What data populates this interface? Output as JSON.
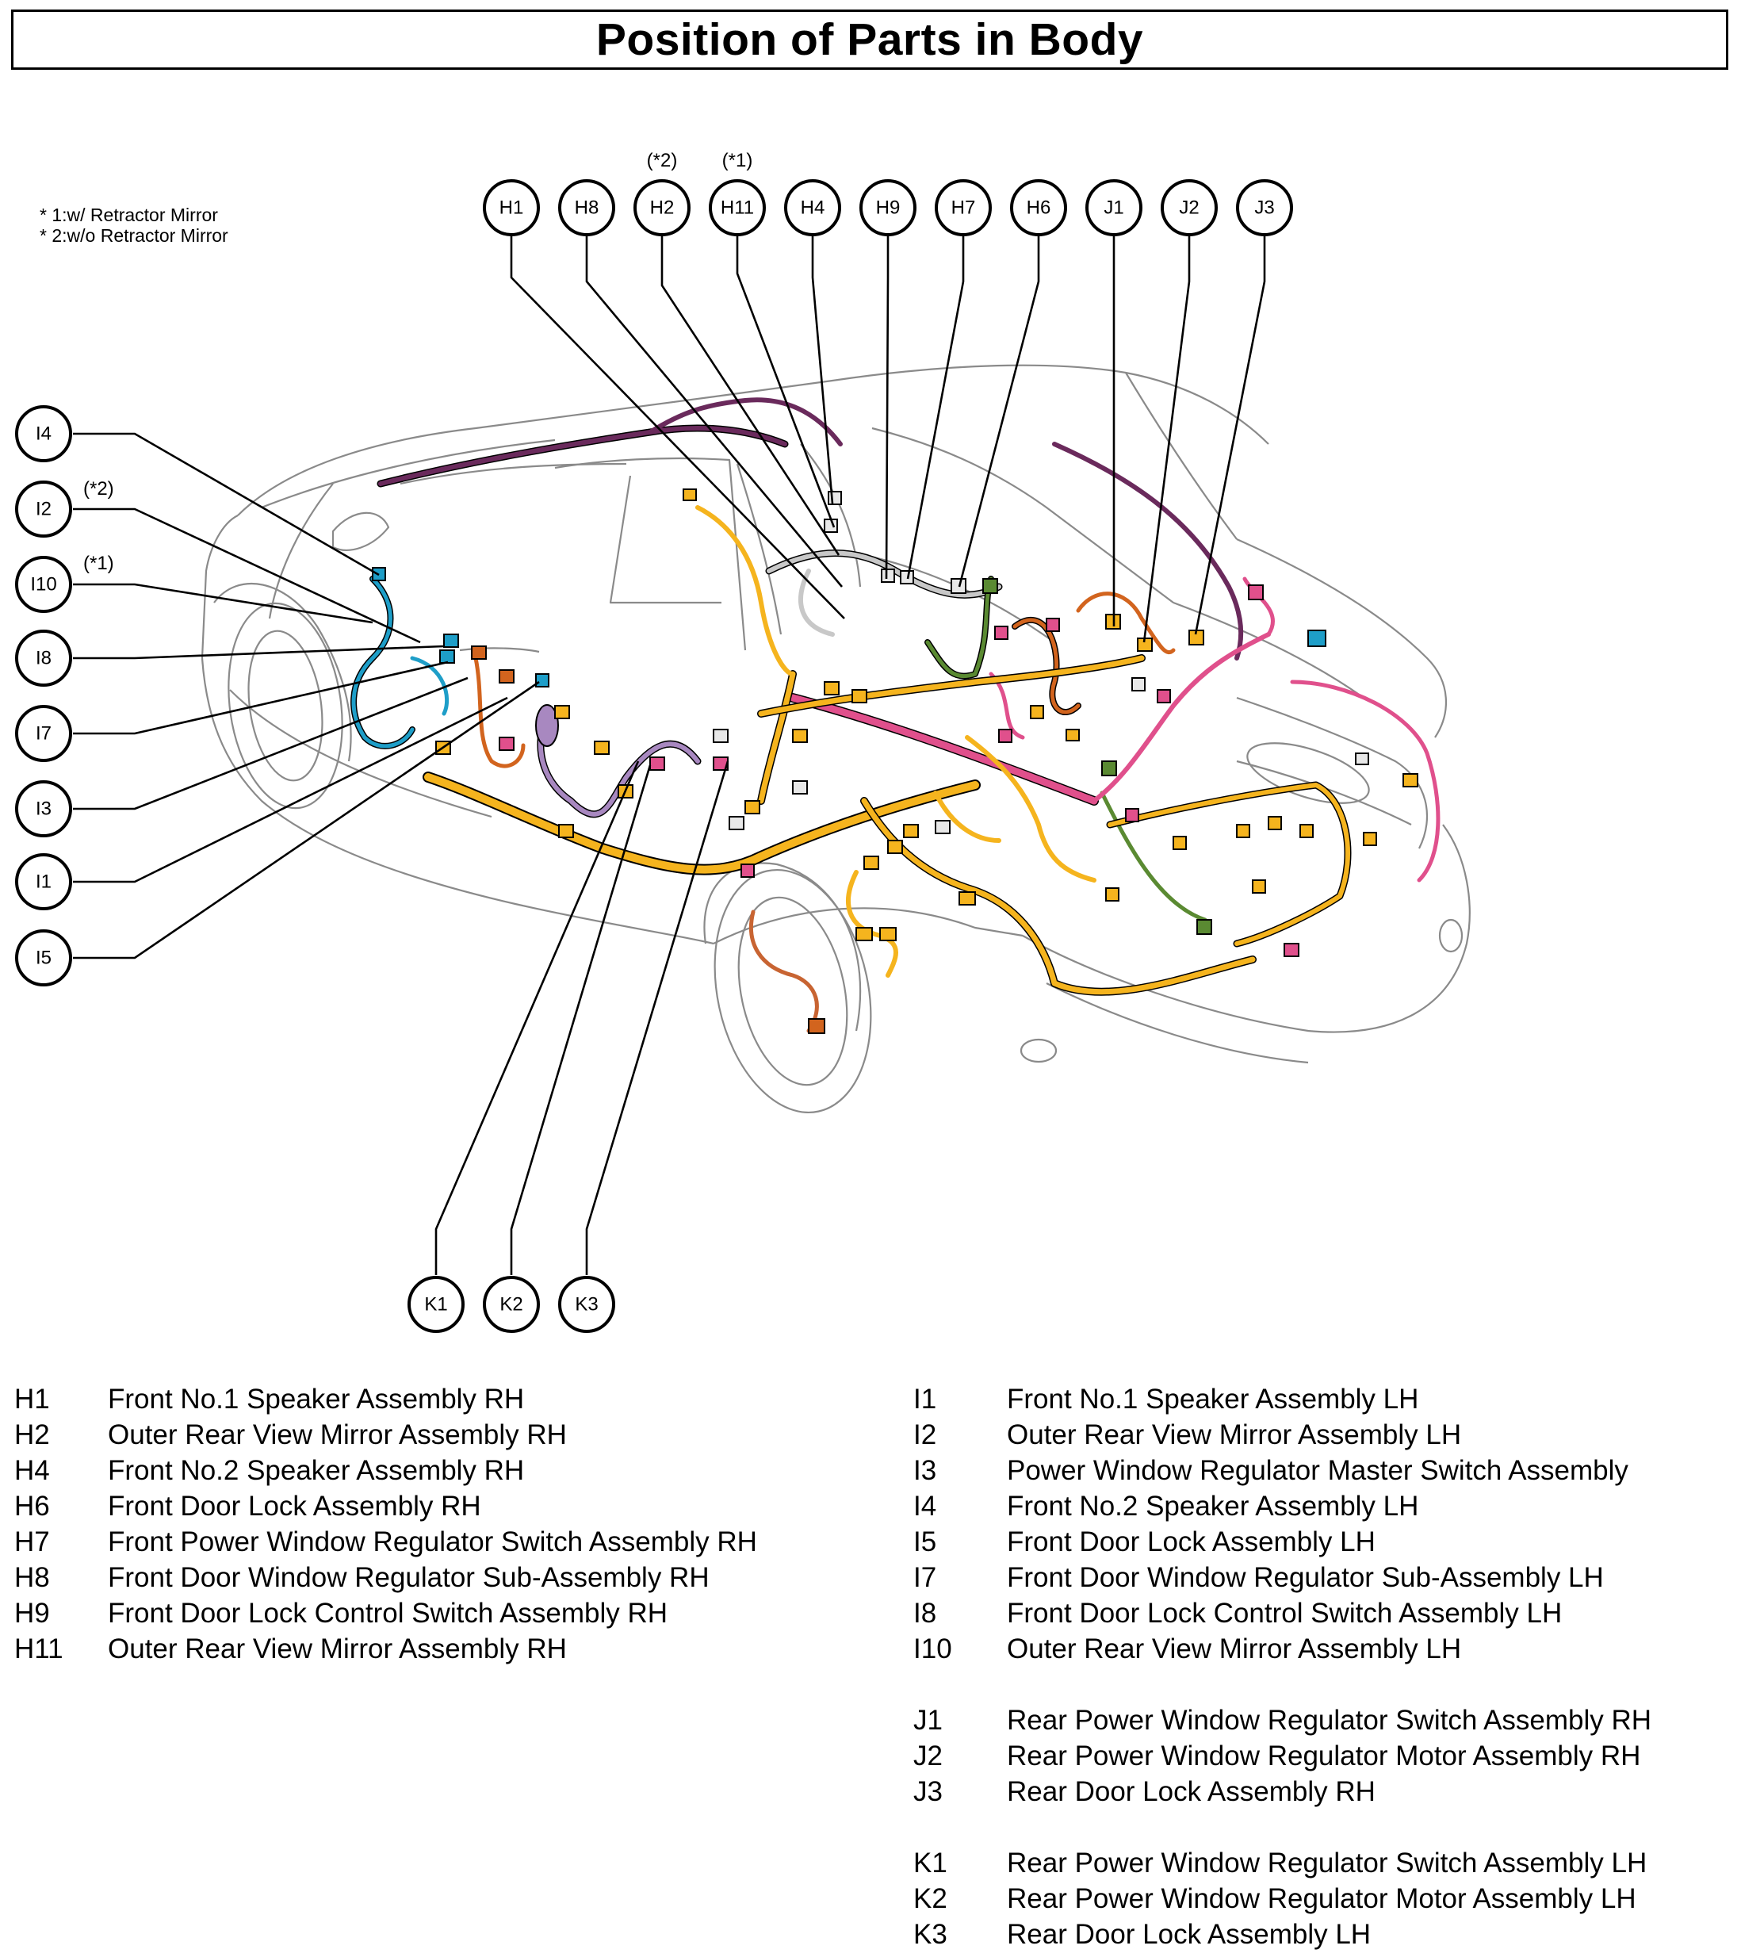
{
  "title": "Position of Parts in Body",
  "footnotes": [
    "* 1:w/ Retractor Mirror",
    "* 2:w/o Retractor Mirror"
  ],
  "callouts": {
    "H1": {
      "label": "H1"
    },
    "H8": {
      "label": "H8"
    },
    "H2": {
      "label": "H2",
      "note": "(*2)"
    },
    "H11": {
      "label": "H11",
      "note": "(*1)"
    },
    "H4": {
      "label": "H4"
    },
    "H9": {
      "label": "H9"
    },
    "H7": {
      "label": "H7"
    },
    "H6": {
      "label": "H6"
    },
    "J1": {
      "label": "J1"
    },
    "J2": {
      "label": "J2"
    },
    "J3": {
      "label": "J3"
    },
    "I4": {
      "label": "I4"
    },
    "I2": {
      "label": "I2",
      "note": "(*2)"
    },
    "I10": {
      "label": "I10",
      "note": "(*1)"
    },
    "I8": {
      "label": "I8"
    },
    "I7": {
      "label": "I7"
    },
    "I3": {
      "label": "I3"
    },
    "I1": {
      "label": "I1"
    },
    "I5": {
      "label": "I5"
    },
    "K1": {
      "label": "K1"
    },
    "K2": {
      "label": "K2"
    },
    "K3": {
      "label": "K3"
    }
  },
  "legend_left": [
    {
      "code": "H1",
      "name": "Front No.1 Speaker Assembly RH"
    },
    {
      "code": "H2",
      "name": "Outer Rear View Mirror Assembly RH"
    },
    {
      "code": "H4",
      "name": "Front No.2 Speaker Assembly RH"
    },
    {
      "code": "H6",
      "name": "Front Door Lock Assembly RH"
    },
    {
      "code": "H7",
      "name": "Front Power Window Regulator Switch Assembly RH"
    },
    {
      "code": "H8",
      "name": "Front Door Window Regulator Sub-Assembly RH"
    },
    {
      "code": "H9",
      "name": "Front Door Lock Control Switch Assembly RH"
    },
    {
      "code": "H11",
      "name": "Outer Rear View Mirror Assembly RH"
    }
  ],
  "legend_right_i": [
    {
      "code": "I1",
      "name": "Front No.1 Speaker Assembly LH"
    },
    {
      "code": "I2",
      "name": "Outer Rear View Mirror Assembly LH"
    },
    {
      "code": "I3",
      "name": "Power Window Regulator Master Switch Assembly"
    },
    {
      "code": "I4",
      "name": "Front No.2 Speaker Assembly LH"
    },
    {
      "code": "I5",
      "name": "Front Door Lock Assembly LH"
    },
    {
      "code": "I7",
      "name": "Front Door Window Regulator Sub-Assembly LH"
    },
    {
      "code": "I8",
      "name": "Front Door Lock Control Switch Assembly LH"
    },
    {
      "code": "I10",
      "name": "Outer Rear View Mirror Assembly LH"
    }
  ],
  "legend_right_j": [
    {
      "code": "J1",
      "name": "Rear Power Window Regulator Switch Assembly RH"
    },
    {
      "code": "J2",
      "name": "Rear Power Window Regulator Motor Assembly RH"
    },
    {
      "code": "J3",
      "name": "Rear Door Lock Assembly RH"
    }
  ],
  "legend_right_k": [
    {
      "code": "K1",
      "name": "Rear Power Window Regulator Switch Assembly LH"
    },
    {
      "code": "K2",
      "name": "Rear Power Window Regulator Motor Assembly LH"
    },
    {
      "code": "K3",
      "name": "Rear Door Lock Assembly LH"
    }
  ],
  "colors": {
    "harness_yellow": "#f5b41e",
    "harness_blue": "#1e9ec8",
    "harness_pink": "#e0508c",
    "harness_purple": "#6a2a5c",
    "harness_orange": "#d2641e",
    "harness_green": "#5a8a32",
    "harness_lilac": "#a888c0",
    "outline": "#8a8a8a"
  }
}
